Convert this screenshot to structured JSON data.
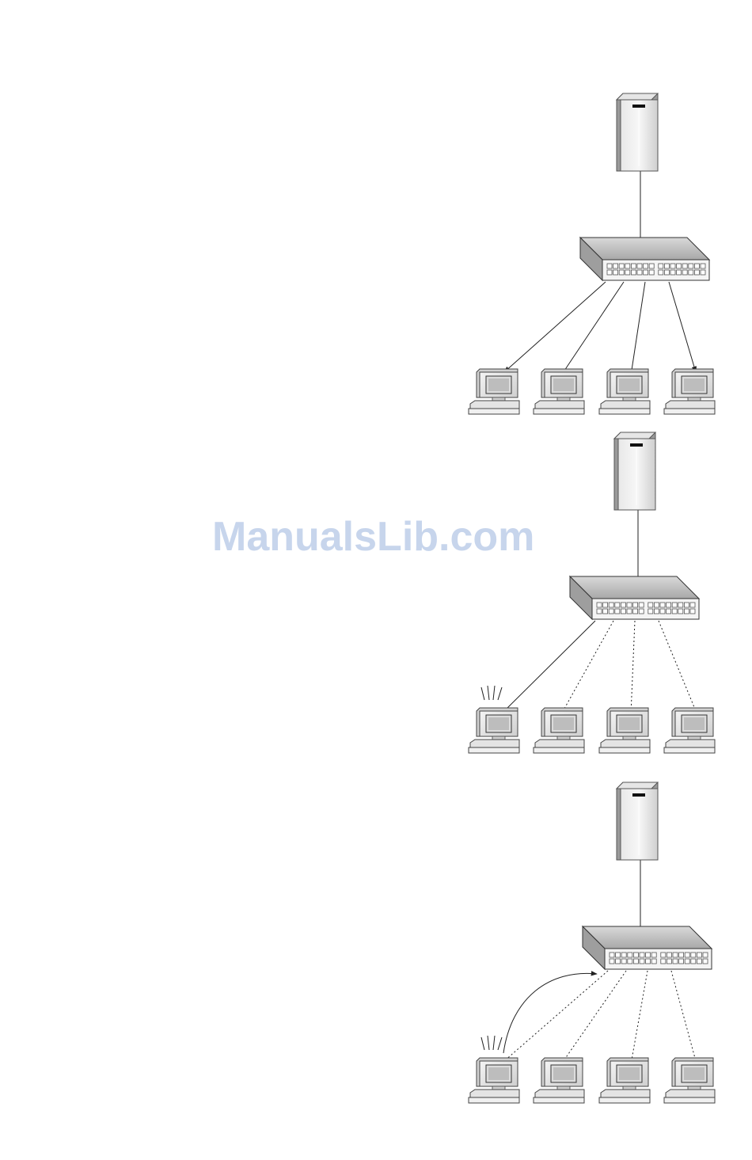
{
  "watermark": {
    "text": "ManualsLib.com"
  },
  "icons": {
    "server": "server-tower-icon",
    "switch": "network-switch-icon",
    "workstation": "desktop-computer-icon",
    "activity": "signal-activity-icon"
  },
  "colors": {
    "line": "#222222",
    "device_light": "#f2f2f2",
    "device_mid": "#d0d0d0",
    "device_dark": "#9a9a9a",
    "watermark": "#c7d5ec"
  },
  "panels": [
    {
      "id": "broadcast",
      "links": [
        "arrow",
        "arrow",
        "arrow",
        "arrow"
      ],
      "active_pc": null,
      "return_arrow": false
    },
    {
      "id": "single-response",
      "links": [
        "solid",
        "dotted",
        "dotted",
        "dotted"
      ],
      "active_pc": 1,
      "return_arrow": false
    },
    {
      "id": "reply-to-switch",
      "links": [
        "dotted",
        "dotted",
        "dotted",
        "dotted"
      ],
      "active_pc": 1,
      "return_arrow": true
    }
  ]
}
